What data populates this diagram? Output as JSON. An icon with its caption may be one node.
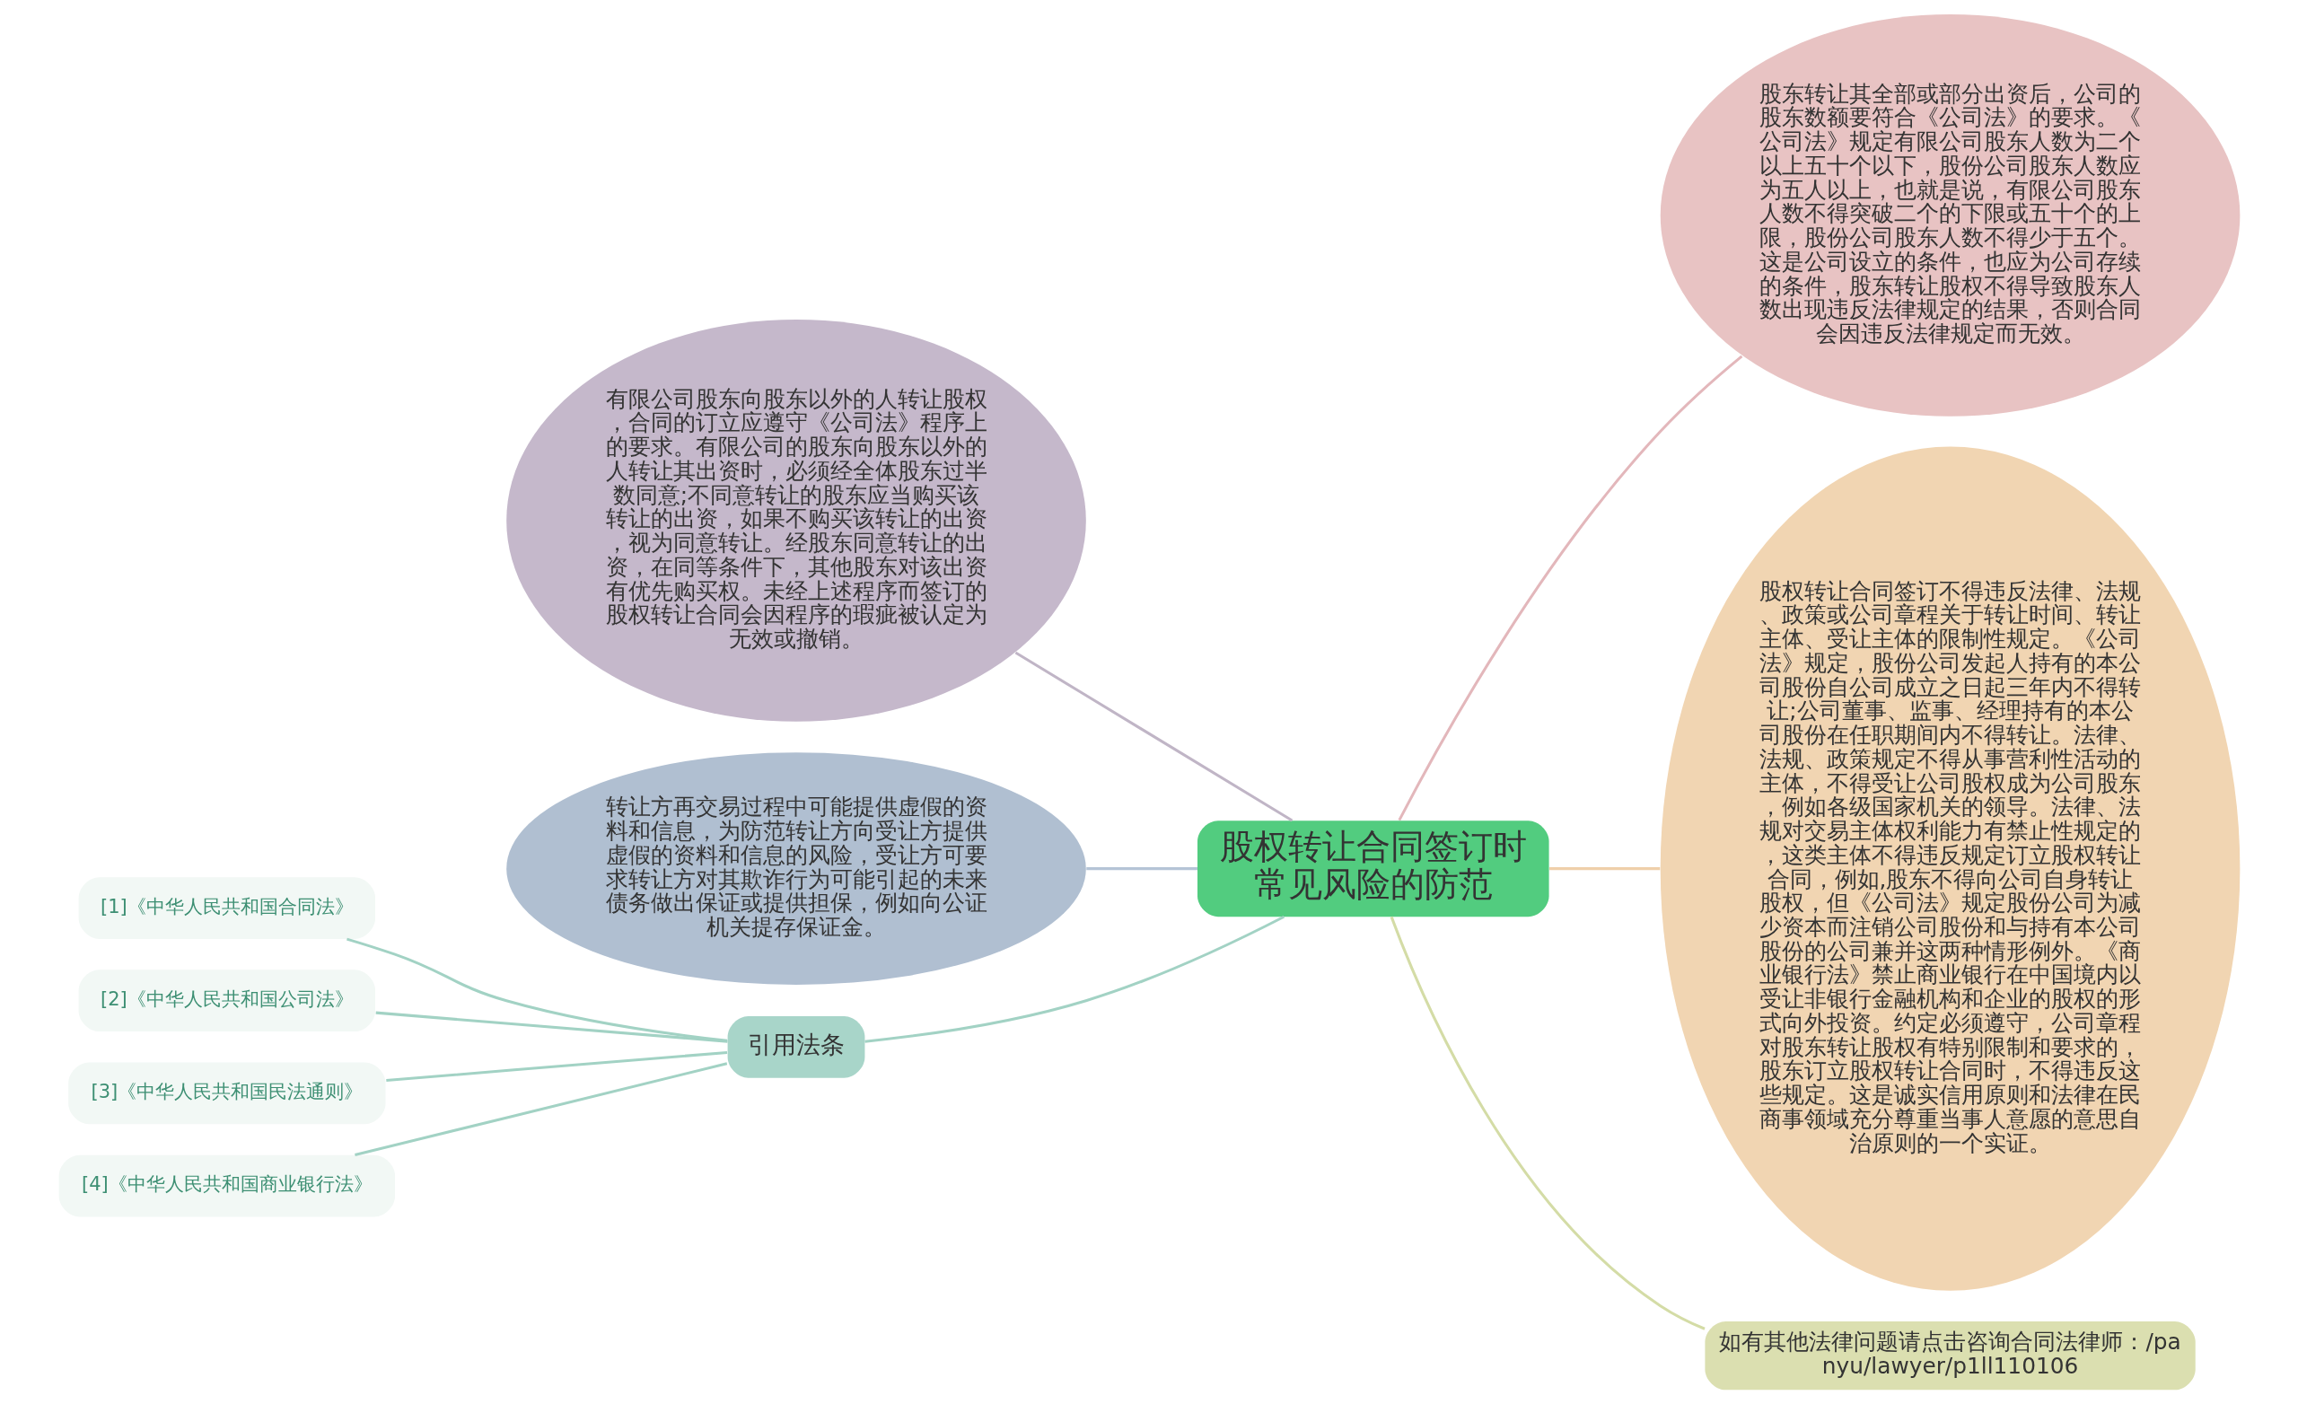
{
  "diagram": {
    "nodes": [
      {
        "text": [
          "股权转让合同签订时常见风险的防范"
        ]
      },
      {
        "text": [
          "有限公司股东向股东以外的人转让股权，合同的订立应遵守《公司法》程序上的要求。有限公司的股东向股东以外的人转让其出资时，必须经全体股东过半数同意;不同意转让的股东应当购买该转让的出资，如果不购买该转让的出资，视为同意转让。经股东同意转让的出资，在同等条件下，其他股东对该出资有优先购买权。未经上述程序而签订的股权转让合同会因程序的瑕疵被认定为无效或撤销。"
        ]
      },
      {
        "text": [
          "转让方再交易过程中可能提供虚假的资料和信息，为防范转让方向受让方提供虚假的资料和信息的风险，受让方可要求转让方对其欺诈行为可能引起的未来债务做出保证或提供担保，例如向公证机关提存保证金。"
        ]
      },
      {
        "text": [
          "引用法条"
        ]
      },
      {
        "text": [
          "[1]《中华人民共和国合同法》"
        ]
      },
      {
        "text": [
          "[2]《中华人民共和国公司法》"
        ]
      },
      {
        "text": [
          "[3]《中华人民共和国民法通则》"
        ]
      },
      {
        "text": [
          "[4]《中华人民共和国商业银行法》"
        ]
      },
      {
        "text": [
          "股东转让其全部或部分出资后，公司的股东数额要符合《公司法》的要求。《公司法》规定有限公司股东人数为二个以上五十个以下，股份公司股东人数应为五人以上，也就是说，有限公司股东人数不得突破二个的下限或五十个的上限，股份公司股东人数不得少于五个。这是公司设立的条件，也应为公司存续的条件，股东转让股权不得导致股东人数出现违反法律规定的结果，否则合同会因违反法律规定而无效。"
        ]
      },
      {
        "text": [
          "股权转让合同签订不得违反法律、法规、政策或公司章程关于转让时间、转让主体、受让主体的限制性规定。《公司法》规定，股份公司发起人持有的本公司股份自公司成立之日起三年内不得转让;公司董事、监事、经理持有的本公司股份在任职期间内不得转让。法律、法规、政策规定不得从事营利性活动的主体，不得受让公司股权成为公司股东，例如各级国家机关的领导。法律、法规对交易主体权利能力有禁止性规定的，这类主体不得违反规定订立股权转让合同，例如,股东不得向公司自身转让股权，但《公司法》规定股份公司为减少资本而注销公司股份和与持有本公司股份的公司兼并这两种情形例外。《商业银行法》禁止商业银行在中国境内以受让非银行金融机构和企业的股权的形式向外投资。约定必须遵守，公司章程对股东转让股权有特别限制和要求的，股东订立股权转让合同时，不得违反这些规定。这是诚实信用原则和法律在民商事领域充分尊重当事人意愿的意思自治原则的一个实证。"
        ]
      },
      {
        "text": [
          "如有其他法律问题请点击咨询合同法律师：/panyu/lawyer/p1ll110106"
        ]
      }
    ],
    "edges": [
      {
        "from": 0,
        "to": 1,
        "arrow": "none",
        "color": "#c0b5c6"
      },
      {
        "from": 0,
        "to": 2,
        "arrow": "none",
        "color": "#b5c4d6"
      },
      {
        "from": 0,
        "to": 3,
        "arrow": "none",
        "color": "#a2d2c4"
      },
      {
        "from": 3,
        "to": 4,
        "arrow": "none",
        "color": "#a2d2c4"
      },
      {
        "from": 3,
        "to": 5,
        "arrow": "none",
        "color": "#a2d2c4"
      },
      {
        "from": 3,
        "to": 6,
        "arrow": "none",
        "color": "#a2d2c4"
      },
      {
        "from": 3,
        "to": 7,
        "arrow": "none",
        "color": "#a2d2c4"
      },
      {
        "from": 0,
        "to": 8,
        "arrow": "none",
        "color": "#e3b7bb"
      },
      {
        "from": 0,
        "to": 9,
        "arrow": "none",
        "color": "#efcfaa"
      },
      {
        "from": 0,
        "to": 10,
        "arrow": "none",
        "color": "#d4dca6"
      }
    ]
  }
}
